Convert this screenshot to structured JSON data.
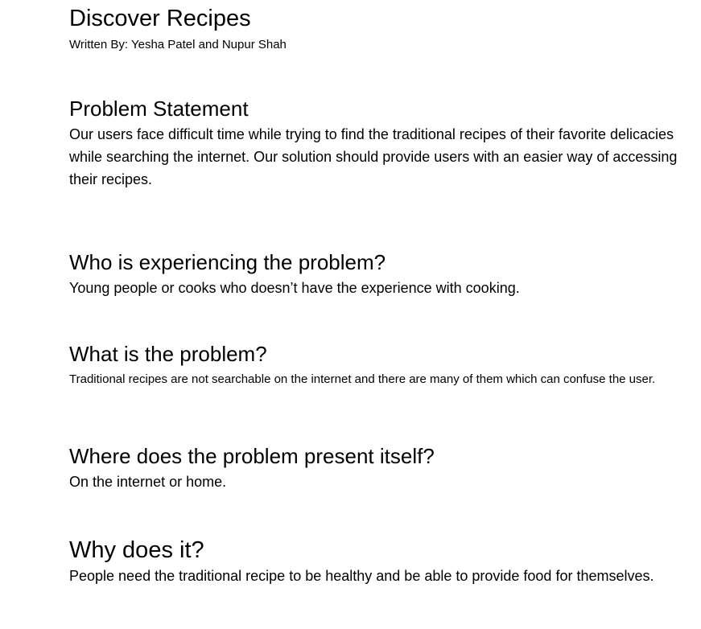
{
  "document": {
    "title": "Discover Recipes",
    "byline": "Written By: Yesha Patel and Nupur Shah"
  },
  "sections": [
    {
      "heading": "Problem Statement",
      "body": "Our users face difficult time while trying to find the traditional recipes of their favorite delicacies while searching the internet. Our solution should provide users with an easier way of accessing their recipes."
    },
    {
      "heading": "Who is experiencing the problem?",
      "body": "Young people or cooks who doesn’t have the experience with cooking."
    },
    {
      "heading": "What is the problem?",
      "body": "Traditional recipes are not searchable on the internet and there are many of them which can confuse the user."
    },
    {
      "heading": "Where does the problem present itself?",
      "body": "On the internet or home."
    },
    {
      "heading": "Why does it?",
      "body": "People need the traditional recipe to be healthy and be able to provide food for themselves."
    }
  ]
}
